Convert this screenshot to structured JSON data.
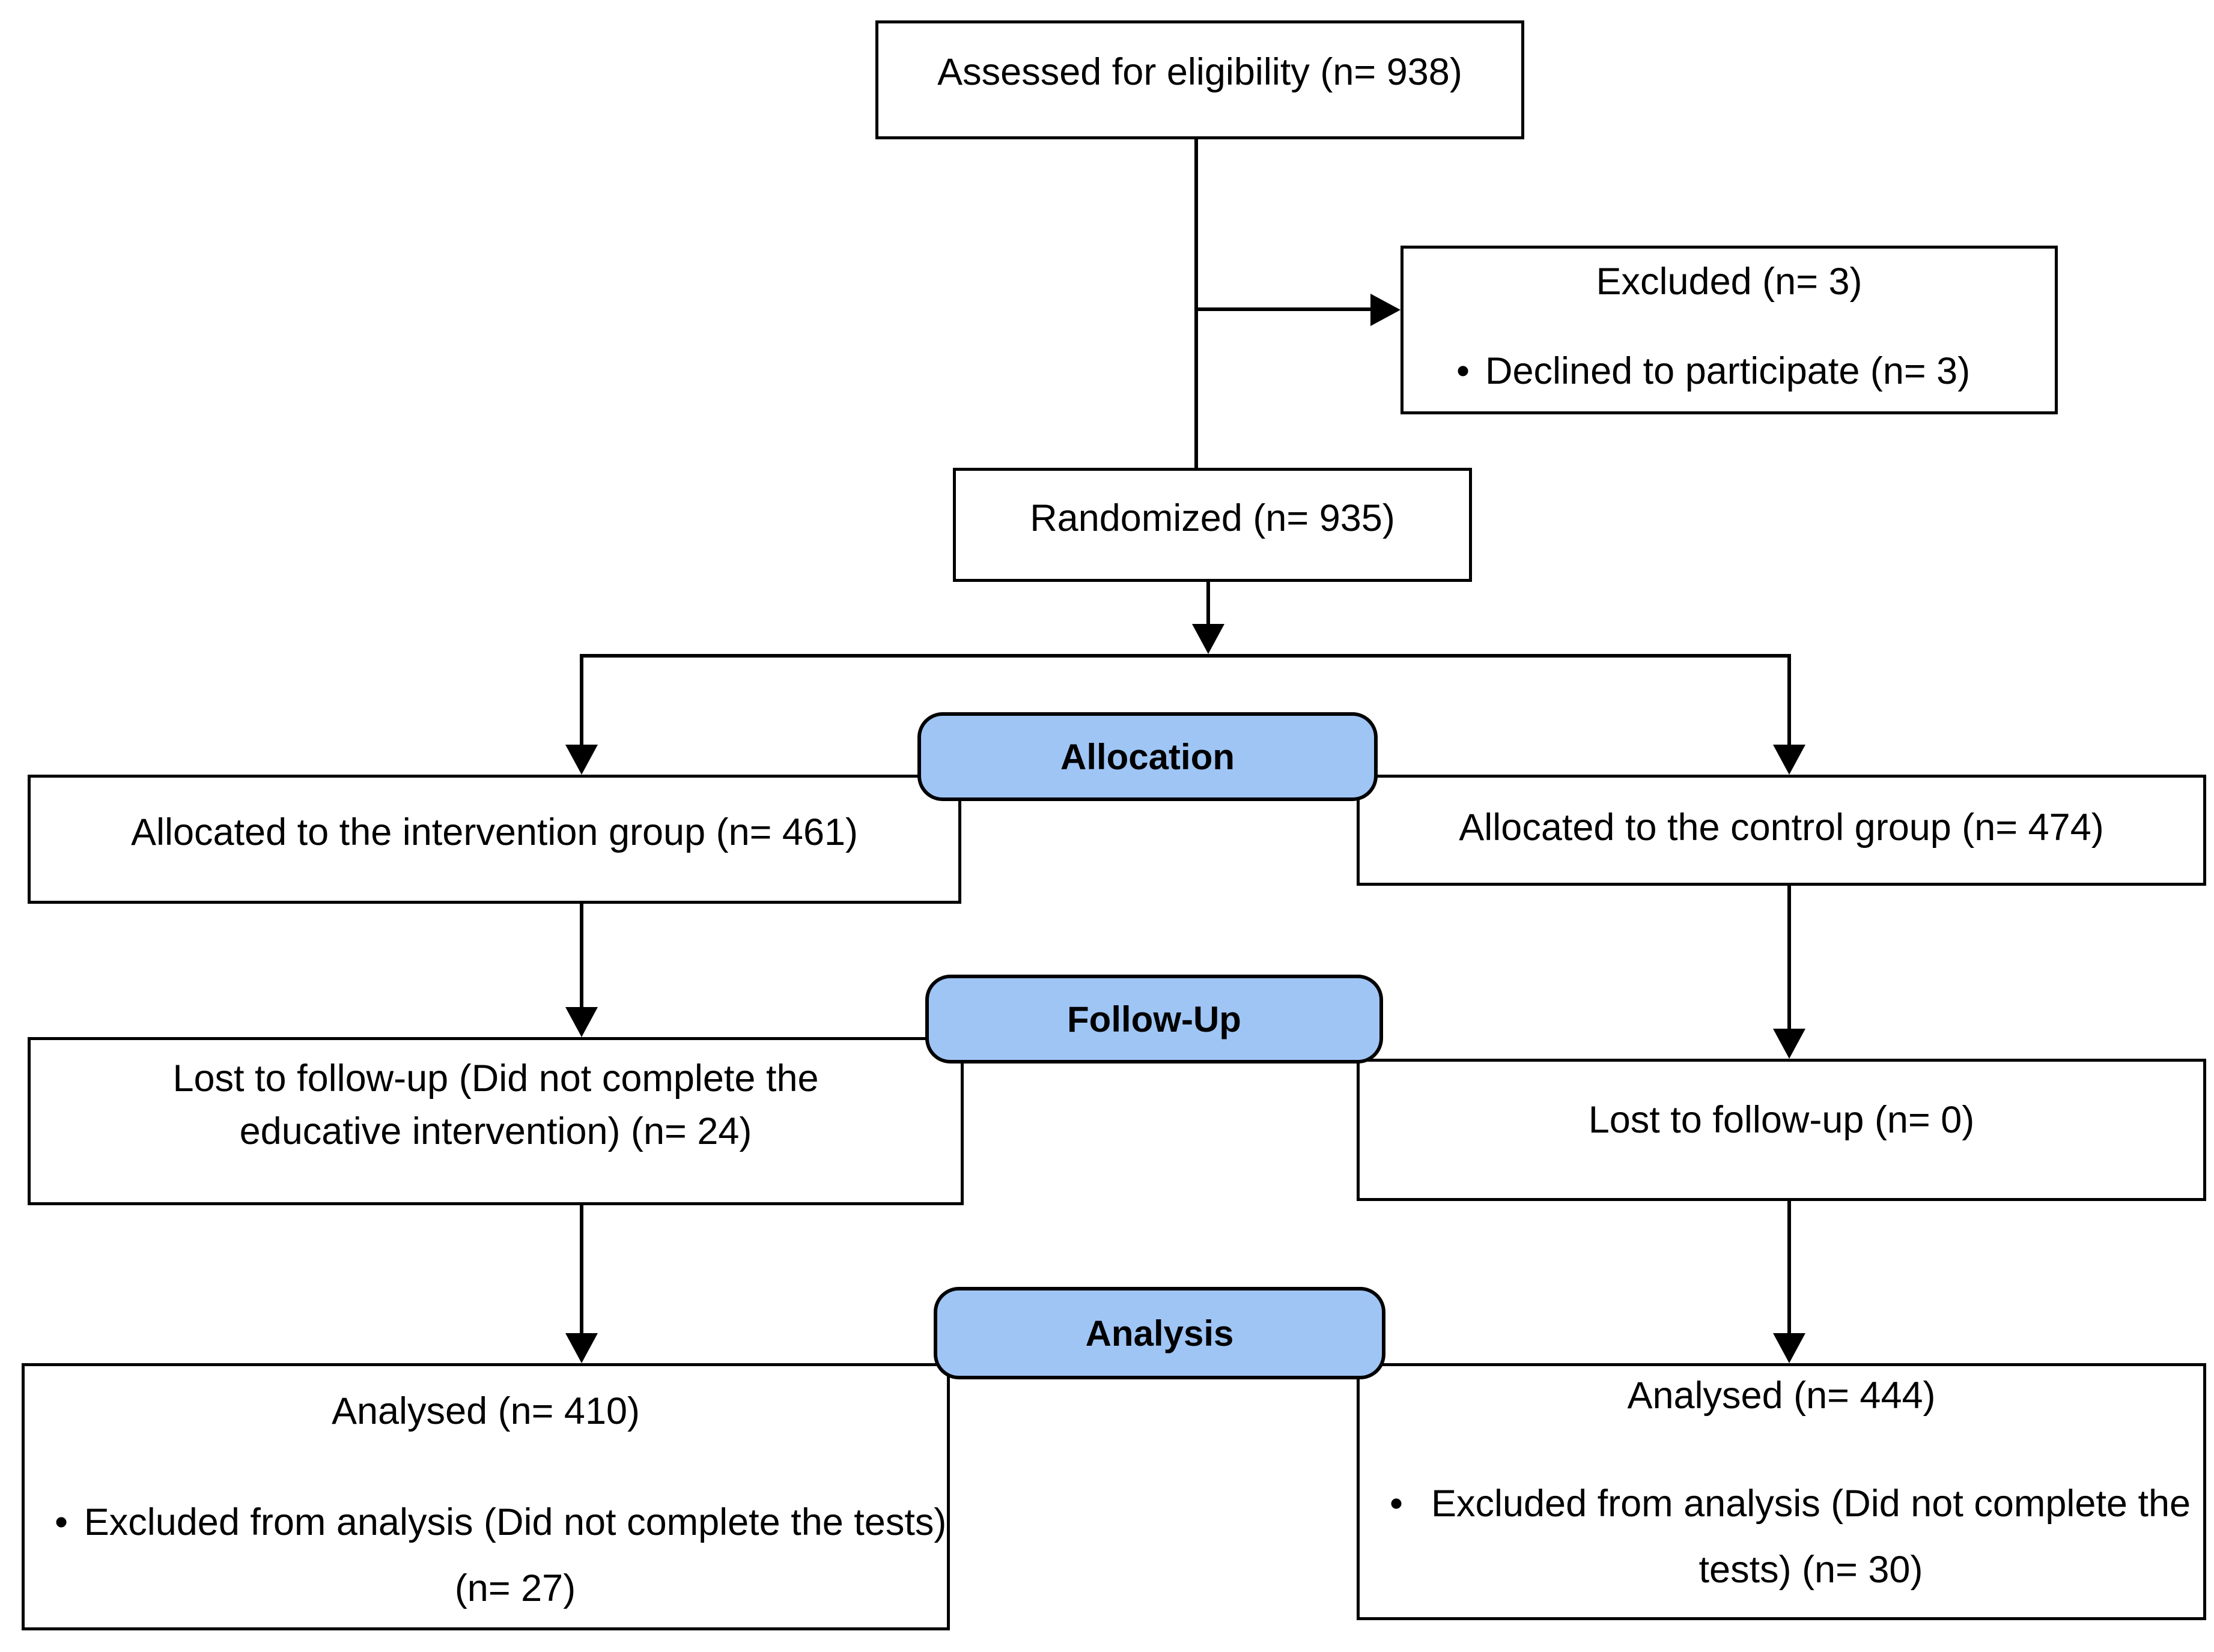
{
  "diagram": {
    "type": "consort-flow-diagram",
    "bullet_glyph": "•",
    "colors": {
      "stage_fill": "#9FC5F5",
      "line": "#000000",
      "box_fill": "#FFFFFF",
      "text": "#000000"
    },
    "stages": {
      "allocation": "Allocation",
      "followup": "Follow-Up",
      "analysis": "Analysis"
    },
    "nodes": {
      "assessed": {
        "text": "Assessed for eligibility (n= 938)"
      },
      "excluded": {
        "title": "Excluded (n= 3)",
        "bullet": "Declined to participate (n= 3)"
      },
      "randomized": {
        "text": "Randomized (n= 935)"
      },
      "allocated_intervention": {
        "text": "Allocated to the intervention group (n= 461)"
      },
      "allocated_control": {
        "text": "Allocated to the control group (n= 474)"
      },
      "lost_intervention": {
        "text": "Lost to follow-up (Did not complete the educative intervention) (n= 24)"
      },
      "lost_control": {
        "text": "Lost to follow-up (n= 0)"
      },
      "analysed_intervention": {
        "title": "Analysed (n= 410)",
        "bullet": "Excluded from analysis (Did not complete the tests) (n= 27)"
      },
      "analysed_control": {
        "title": "Analysed (n= 444)",
        "bullet": "Excluded from analysis (Did not complete the tests) (n= 30)"
      }
    }
  }
}
